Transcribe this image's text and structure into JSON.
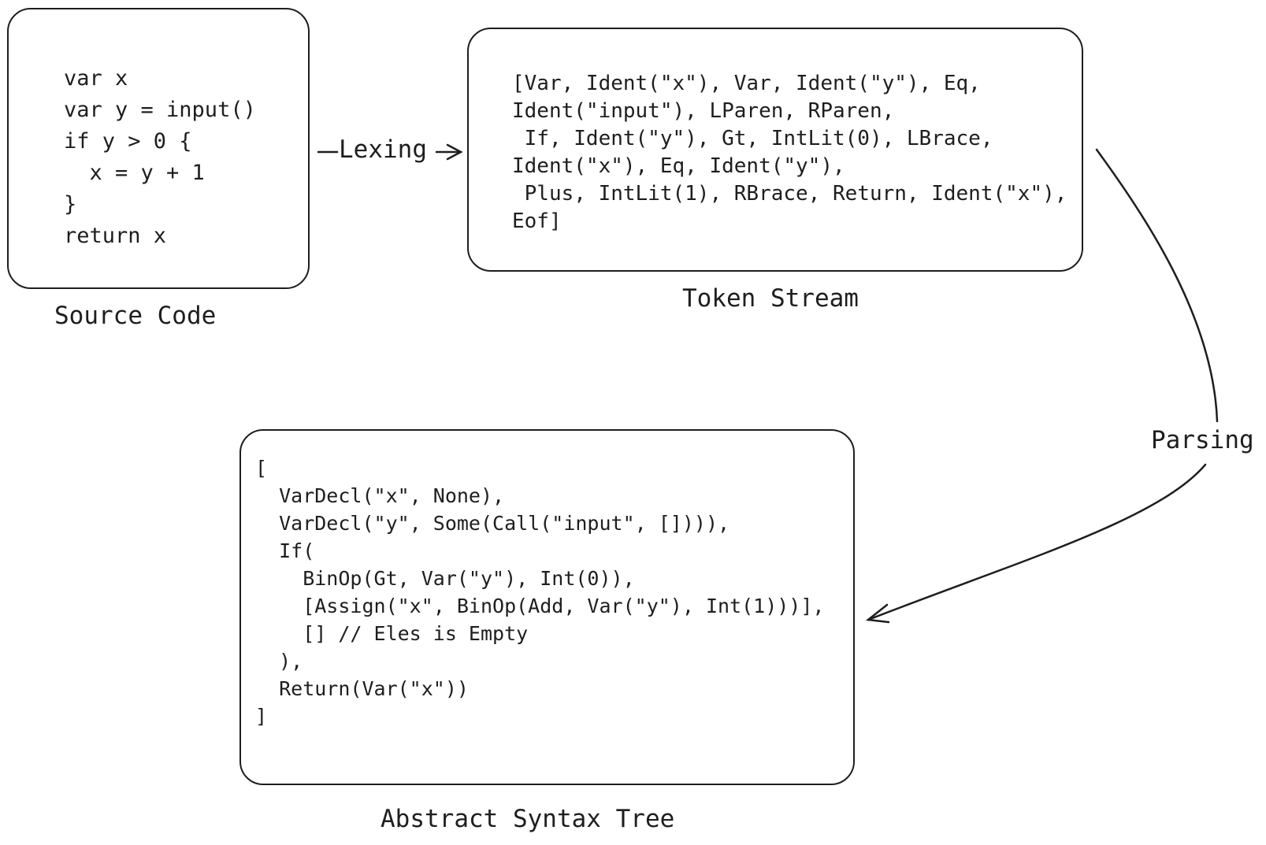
{
  "nodes": {
    "source": {
      "caption": "Source Code",
      "code": "var x\nvar y = input()\nif y > 0 {\n  x = y + 1\n}\nreturn x"
    },
    "tokens": {
      "caption": "Token Stream",
      "code": "[Var, Ident(\"x\"), Var, Ident(\"y\"), Eq,\nIdent(\"input\"), LParen, RParen,\n If, Ident(\"y\"), Gt, IntLit(0), LBrace,\nIdent(\"x\"), Eq, Ident(\"y\"),\n Plus, IntLit(1), RBrace, Return, Ident(\"x\"),\nEof]"
    },
    "ast": {
      "caption": "Abstract Syntax Tree",
      "code": "[\n  VarDecl(\"x\", None),\n  VarDecl(\"y\", Some(Call(\"input\", []))),\n  If(\n    BinOp(Gt, Var(\"y\"), Int(0)),\n    [Assign(\"x\", BinOp(Add, Var(\"y\"), Int(1)))],\n    [] // Eles is Empty\n  ),\n  Return(Var(\"x\"))\n]"
    }
  },
  "edges": {
    "lexing": {
      "label": "Lexing"
    },
    "parsing": {
      "label": "Parsing"
    }
  }
}
